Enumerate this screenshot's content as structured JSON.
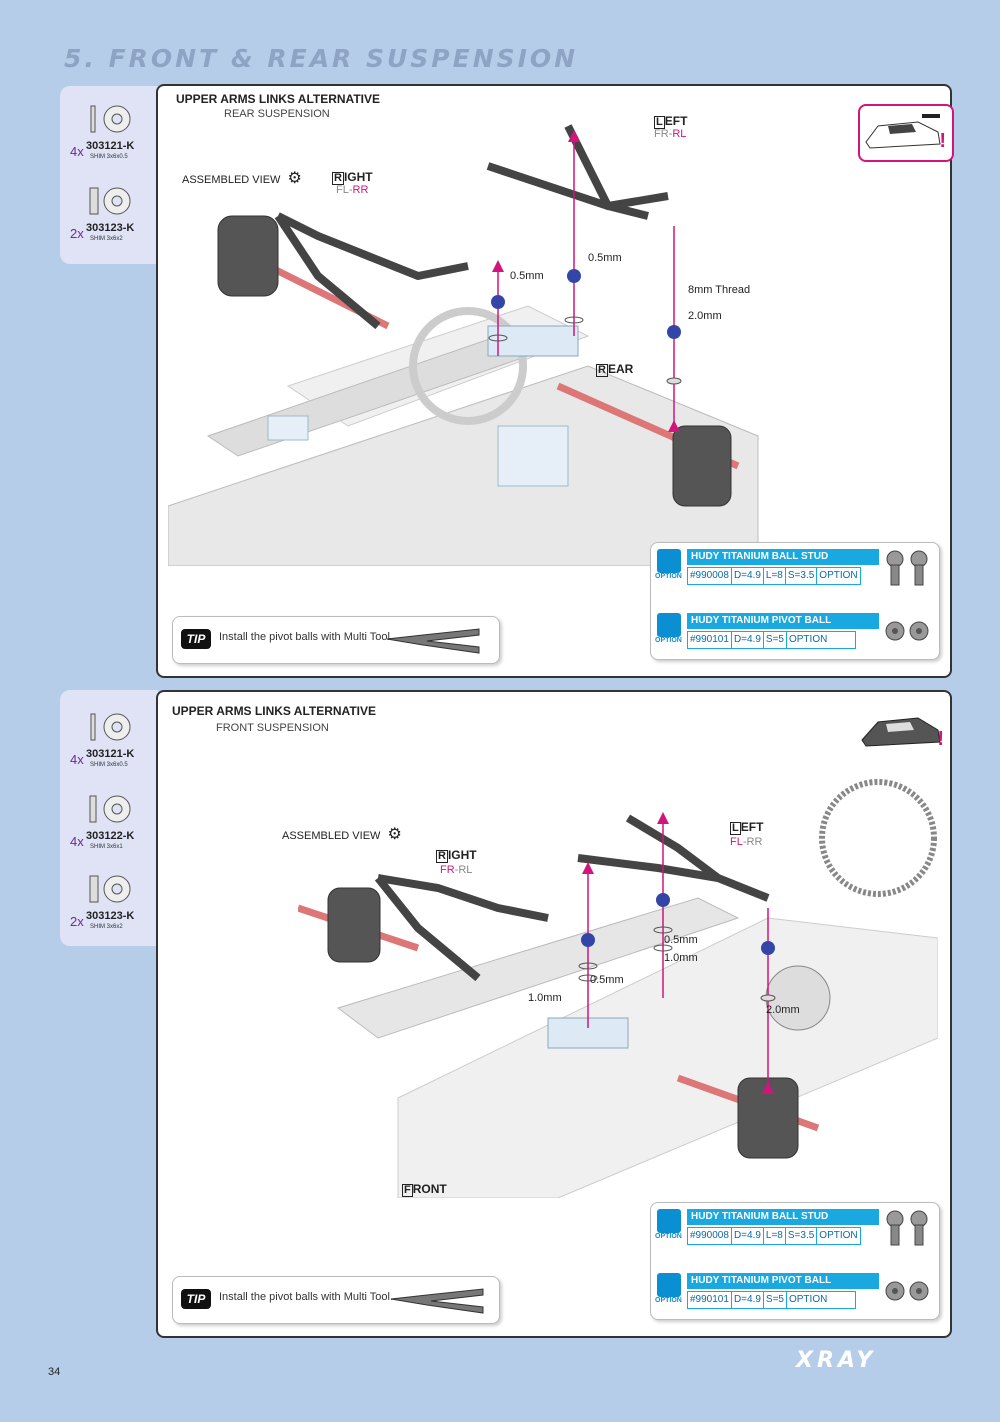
{
  "page": {
    "title": "5. FRONT & REAR SUSPENSION",
    "page_number": "34",
    "brand": "XRAY"
  },
  "rear": {
    "parts": [
      {
        "qty": "4x",
        "part_no": "303121-K",
        "desc": "SHIM 3x6x0.5"
      },
      {
        "qty": "2x",
        "part_no": "303123-K",
        "desc": "SHIM 3x6x2"
      }
    ],
    "heading": "UPPER ARMS LINKS ALTERNATIVE",
    "subheading": "REAR SUSPENSION",
    "assembled_view": "ASSEMBLED VIEW",
    "right_cap": "R",
    "right_rest": "IGHT",
    "right_code_a": "FL-",
    "right_code_b": "RR",
    "left_cap": "L",
    "left_rest": "EFT",
    "left_code_a": "FR-",
    "left_code_b": "RL",
    "shim_a": "0.5mm",
    "shim_b": "0.5mm",
    "thread": "8mm Thread",
    "shim_c": "2.0mm",
    "rear_cap": "R",
    "rear_rest": "EAR",
    "tip_tag": "TIP",
    "tip_text": "Install the pivot balls with Multi Tool.",
    "options": [
      {
        "label": "OPTION",
        "name": "HUDY TITANIUM BALL STUD",
        "cells": [
          "#990008",
          "D=4.9",
          "L=8",
          "S=3.5",
          "OPTION"
        ]
      },
      {
        "label": "OPTION",
        "name": "HUDY TITANIUM PIVOT BALL",
        "cells": [
          "#990101",
          "D=4.9",
          "S=5",
          "OPTION"
        ]
      }
    ]
  },
  "front": {
    "parts": [
      {
        "qty": "4x",
        "part_no": "303121-K",
        "desc": "SHIM 3x6x0.5"
      },
      {
        "qty": "4x",
        "part_no": "303122-K",
        "desc": "SHIM 3x6x1"
      },
      {
        "qty": "2x",
        "part_no": "303123-K",
        "desc": "SHIM 3x6x2"
      }
    ],
    "heading": "UPPER ARMS LINKS ALTERNATIVE",
    "subheading": "FRONT SUSPENSION",
    "assembled_view": "ASSEMBLED VIEW",
    "right_cap": "R",
    "right_rest": "IGHT",
    "right_code_a": "FR",
    "right_code_b": "-RL",
    "left_cap": "L",
    "left_rest": "EFT",
    "left_code_a": "FL",
    "left_code_b": "-RR",
    "shim_a": "0.5mm",
    "shim_b": "1.0mm",
    "shim_c": "0.5mm",
    "shim_d": "1.0mm",
    "shim_e": "2.0mm",
    "front_cap": "F",
    "front_rest": "RONT",
    "tip_tag": "TIP",
    "tip_text": "Install the pivot balls with Multi Tool.",
    "options": [
      {
        "label": "OPTION",
        "name": "HUDY TITANIUM BALL STUD",
        "cells": [
          "#990008",
          "D=4.9",
          "L=8",
          "S=3.5",
          "OPTION"
        ]
      },
      {
        "label": "OPTION",
        "name": "HUDY TITANIUM PIVOT BALL",
        "cells": [
          "#990101",
          "D=4.9",
          "S=5",
          "OPTION"
        ]
      }
    ]
  },
  "colors": {
    "accent": "#d2157d",
    "option_blue": "#1aa8e0",
    "background": "#b6cdea"
  }
}
